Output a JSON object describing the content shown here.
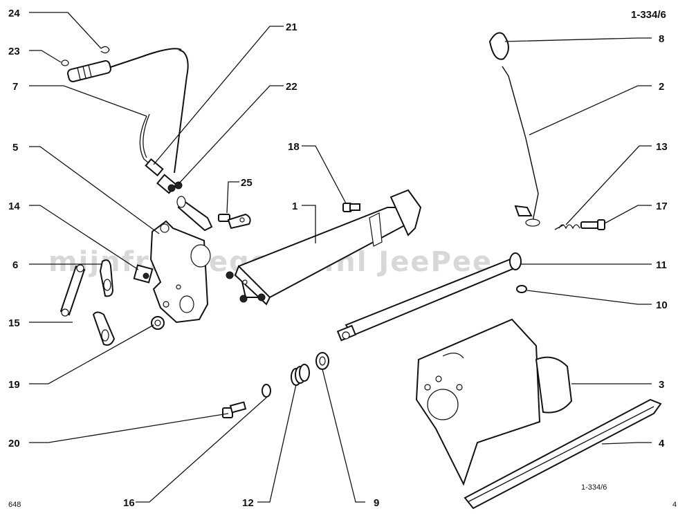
{
  "sheet_ref": "1-334/6",
  "sheet_ref_small": "1-334/6",
  "page_number_left": "648",
  "page_number_right": "4",
  "watermark": "mijnfransegodin.nl   JeePee",
  "callouts": [
    "24",
    "23",
    "7",
    "5",
    "14",
    "6",
    "15",
    "19",
    "20",
    "16",
    "12",
    "9",
    "21",
    "22",
    "25",
    "18",
    "1",
    "8",
    "2",
    "13",
    "17",
    "11",
    "10",
    "3",
    "4"
  ]
}
